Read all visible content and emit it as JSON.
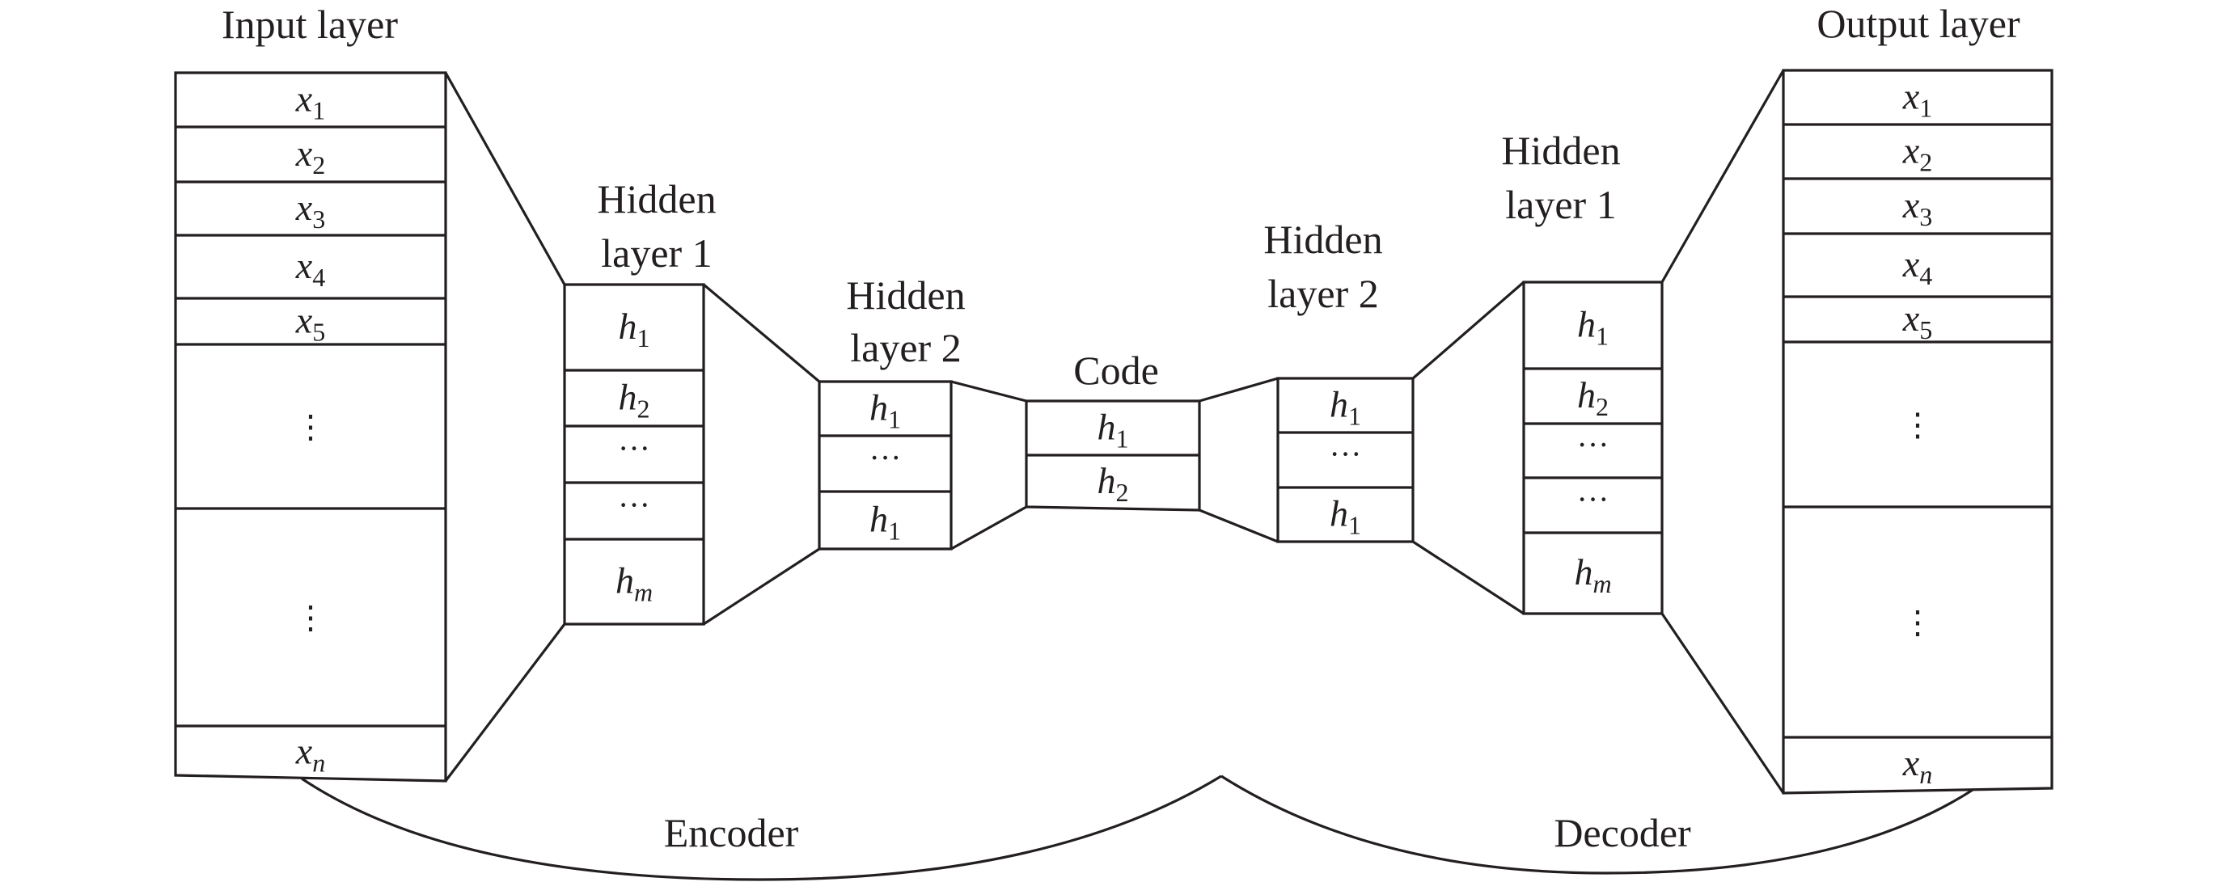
{
  "diagram": {
    "title_type": "Stacked autoencoder architecture",
    "line_color": "#231f20",
    "background": "#ffffff",
    "layers": [
      {
        "id": "input-layer",
        "label_lines": [
          "Input layer"
        ],
        "cells": [
          {
            "sym": "x",
            "sub": "1"
          },
          {
            "sym": "x",
            "sub": "2"
          },
          {
            "sym": "x",
            "sub": "3"
          },
          {
            "sym": "x",
            "sub": "4"
          },
          {
            "sym": "x",
            "sub": "5"
          },
          {
            "vdots": true
          },
          {
            "vdots": true
          },
          {
            "sym": "x",
            "sub": "n",
            "sub_italic": true
          }
        ]
      },
      {
        "id": "encoder-hidden-layer-1",
        "label_lines": [
          "Hidden",
          "layer 1"
        ],
        "cells": [
          {
            "sym": "h",
            "sub": "1"
          },
          {
            "sym": "h",
            "sub": "2"
          },
          {
            "hdots": true
          },
          {
            "hdots": true
          },
          {
            "sym": "h",
            "sub": "m",
            "sub_italic": true
          }
        ]
      },
      {
        "id": "encoder-hidden-layer-2",
        "label_lines": [
          "Hidden",
          "layer 2"
        ],
        "cells": [
          {
            "sym": "h",
            "sub": "1"
          },
          {
            "hdots": true
          },
          {
            "sym": "h",
            "sub": "1"
          }
        ]
      },
      {
        "id": "code-layer",
        "label_lines": [
          "Code"
        ],
        "cells": [
          {
            "sym": "h",
            "sub": "1"
          },
          {
            "sym": "h",
            "sub": "2"
          }
        ]
      },
      {
        "id": "decoder-hidden-layer-2",
        "label_lines": [
          "Hidden",
          "layer 2"
        ],
        "cells": [
          {
            "sym": "h",
            "sub": "1"
          },
          {
            "hdots": true
          },
          {
            "sym": "h",
            "sub": "1"
          }
        ]
      },
      {
        "id": "decoder-hidden-layer-1",
        "label_lines": [
          "Hidden",
          "layer 1"
        ],
        "cells": [
          {
            "sym": "h",
            "sub": "1"
          },
          {
            "sym": "h",
            "sub": "2"
          },
          {
            "hdots": true
          },
          {
            "hdots": true
          },
          {
            "sym": "h",
            "sub": "m",
            "sub_italic": true
          }
        ]
      },
      {
        "id": "output-layer",
        "label_lines": [
          "Output layer"
        ],
        "cells": [
          {
            "sym": "x",
            "sub": "1"
          },
          {
            "sym": "x",
            "sub": "2"
          },
          {
            "sym": "x",
            "sub": "3"
          },
          {
            "sym": "x",
            "sub": "4"
          },
          {
            "sym": "x",
            "sub": "5"
          },
          {
            "vdots": true
          },
          {
            "vdots": true
          },
          {
            "sym": "x",
            "sub": "n",
            "sub_italic": true
          }
        ]
      }
    ],
    "braces": [
      {
        "id": "encoder",
        "label": "Encoder"
      },
      {
        "id": "decoder",
        "label": "Decoder"
      }
    ],
    "symbols": {
      "vdots": "⋮",
      "hdots": "···"
    }
  }
}
